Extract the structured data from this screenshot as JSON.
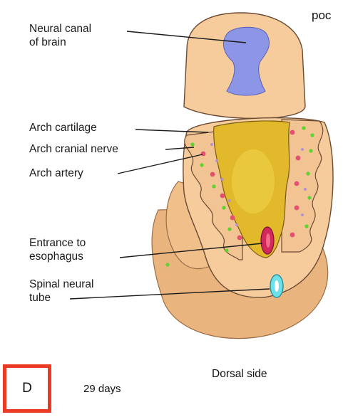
{
  "figure": {
    "corner_text": "poc",
    "panel_letter": "D",
    "age": "29 days",
    "view": "Dorsal side",
    "accent_color": "#ea3a24"
  },
  "labels": {
    "neural_canal": [
      "Neural canal",
      "of brain"
    ],
    "arch_cartilage": "Arch cartilage",
    "arch_cranial_nerve": "Arch cranial nerve",
    "arch_artery": "Arch artery",
    "entrance": [
      "Entrance to",
      "esophagus"
    ],
    "spinal_tube": [
      "Spinal neural",
      "tube"
    ]
  },
  "colors": {
    "tissue": "#f6cc9c",
    "tissue_dark": "#eab47e",
    "canal": "#8d95e6",
    "pharynx": "#e1b92a",
    "esophagus": "#d4285d",
    "spinal_tube": "#6ee0ea",
    "nerve_dot": "#5fd32d",
    "artery_dot": "#e5506e",
    "cartilage_dot": "#b591d6"
  }
}
